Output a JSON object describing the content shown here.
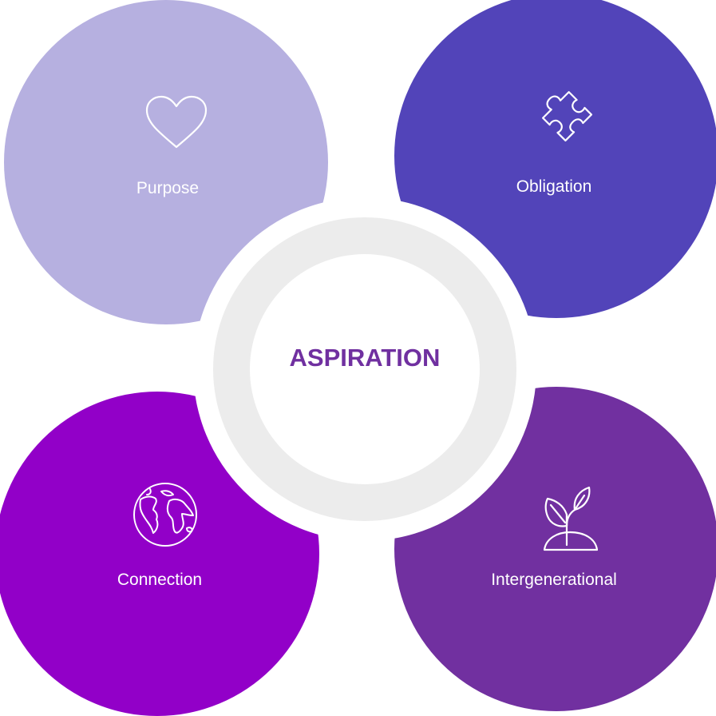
{
  "colors": {
    "purpose": "#b6b0e0",
    "obligation": "#5244b9",
    "connection": "#9200c8",
    "intergenerational": "#7130a0",
    "center_text": "#7030a0"
  },
  "center": {
    "label": "ASPIRATION"
  },
  "nodes": [
    {
      "label": "Purpose",
      "icon": "heart-icon"
    },
    {
      "label": "Obligation",
      "icon": "puzzle-piece-icon"
    },
    {
      "label": "Connection",
      "icon": "globe-icon"
    },
    {
      "label": "Intergenerational",
      "icon": "sprout-icon"
    }
  ]
}
